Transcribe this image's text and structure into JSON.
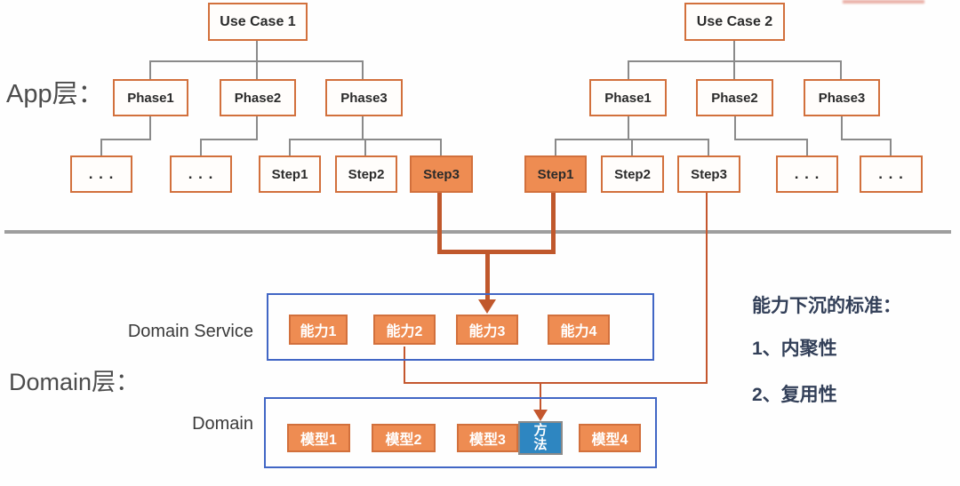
{
  "layers": {
    "app_layer": "App层：",
    "domain_layer": "Domain层："
  },
  "trees": [
    {
      "root": "Use Case 1",
      "phases": [
        "Phase1",
        "Phase2",
        "Phase3"
      ],
      "leaves": [
        ". . .",
        ". . .",
        "Step1",
        "Step2",
        "Step3"
      ],
      "highlighted_leaf": "Step3"
    },
    {
      "root": "Use Case 2",
      "phases": [
        "Phase1",
        "Phase2",
        "Phase3"
      ],
      "leaves": [
        "Step1",
        "Step2",
        "Step3",
        ". . .",
        ". . ."
      ],
      "highlighted_leaf": "Step1"
    }
  ],
  "domain_service": {
    "label": "Domain Service",
    "capabilities": [
      "能力1",
      "能力2",
      "能力3",
      "能力4"
    ]
  },
  "domain": {
    "label": "Domain",
    "models": [
      "模型1",
      "模型2",
      "模型3",
      "模型4"
    ],
    "method": "方法"
  },
  "notes": {
    "title": "能力下沉的标准：",
    "items": [
      "1、内聚性",
      "2、复用性"
    ]
  },
  "colors": {
    "accent_orange": "#ee8c52",
    "orange_border": "#d2703c",
    "arrow_thick": "#c0582c",
    "arrow_thin": "#c4572e",
    "blue_border": "#4166c5",
    "method_blue": "#2e86c1",
    "divider_gray": "#9e9e9e",
    "connector_gray": "#8a8a8a",
    "note_color": "#323f58"
  }
}
